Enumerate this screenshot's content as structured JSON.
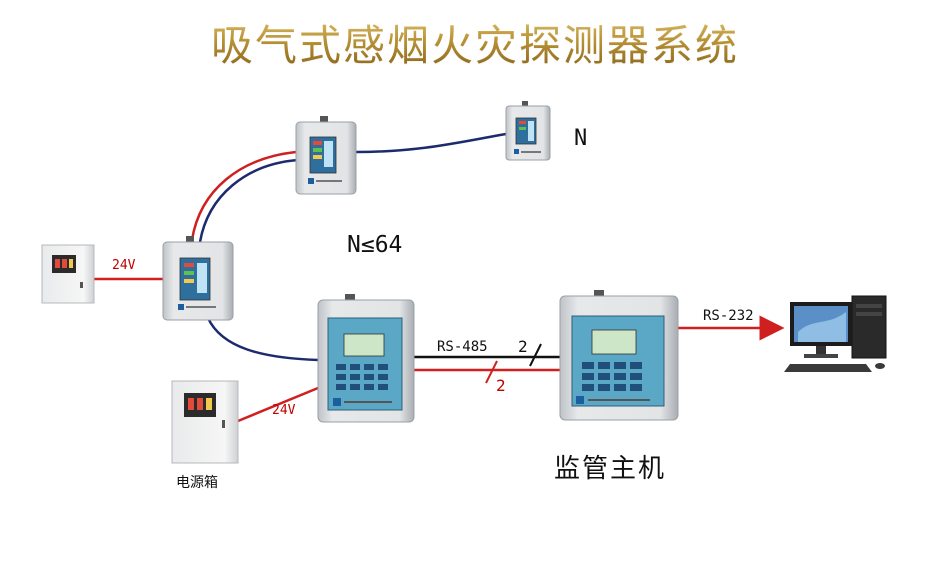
{
  "title": "吸气式感烟火灾探测器系统",
  "labels": {
    "n": "N",
    "n_max": "N≤64",
    "v24_top": "24V",
    "v24_bottom": "24V",
    "rs485": "RS-485",
    "wires_black": "2",
    "wires_red": "2",
    "rs232": "RS-232",
    "host": "监管主机",
    "power_box": "电源箱"
  },
  "colors": {
    "title_gold": "#b8902e",
    "bus_red": "#d01f1f",
    "bus_navy": "#1c2a6e",
    "device_panel": "#d9dcdf",
    "screen": "#2e6f9e"
  }
}
